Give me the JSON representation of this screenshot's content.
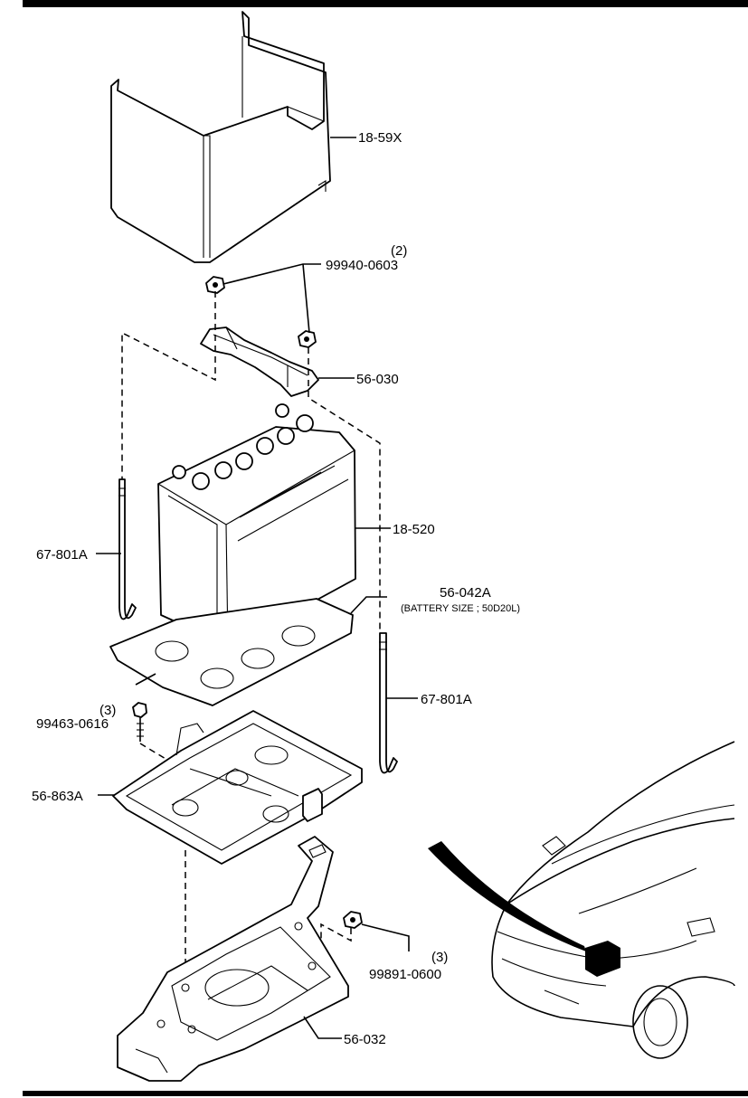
{
  "callouts": {
    "cover": "18-59X",
    "nut_qty": "(2)",
    "nut": "99940-0603",
    "clamp": "56-030",
    "battery": "18-520",
    "rod_left": "67-801A",
    "tray_pad": "56-042A",
    "battery_size_note": "(BATTERY SIZE ; 50D20L)",
    "rod_right": "67-801A",
    "bolt_qty": "(3)",
    "bolt": "99463-0616",
    "tray": "56-863A",
    "flange_nut_qty": "(3)",
    "flange_nut": "99891-0600",
    "bracket": "56-032"
  },
  "colors": {
    "line": "#000000",
    "background": "#ffffff",
    "highlight": "#000000"
  }
}
